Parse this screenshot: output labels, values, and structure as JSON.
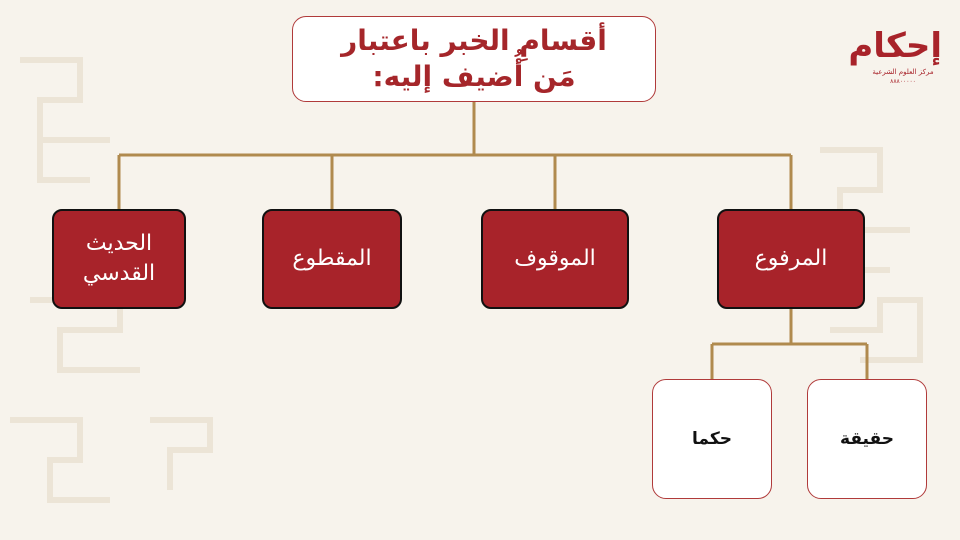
{
  "title": {
    "line1": "أقسامِ الخبر باعتبار",
    "line2": "مَن أُضيف إليه:"
  },
  "categories": [
    {
      "id": "marfu",
      "label": "المرفوع"
    },
    {
      "id": "mawquf",
      "label": "الموقوف"
    },
    {
      "id": "maqtu",
      "label": "المقطوع"
    },
    {
      "id": "qudsi",
      "line1": "الحديث",
      "line2": "القدسي"
    }
  ],
  "subcategories": [
    {
      "id": "haqiqa",
      "label": "حقيقة"
    },
    {
      "id": "hukman",
      "label": "حكما"
    }
  ],
  "logo": {
    "name": "إحكام",
    "subtitle": "مركز العلوم الشرعية",
    "small": "٨٨٨٠٠٠٠٠"
  },
  "colors": {
    "primary_red": "#a8232a",
    "connector": "#b08a4e",
    "background": "#f7f3ec"
  }
}
